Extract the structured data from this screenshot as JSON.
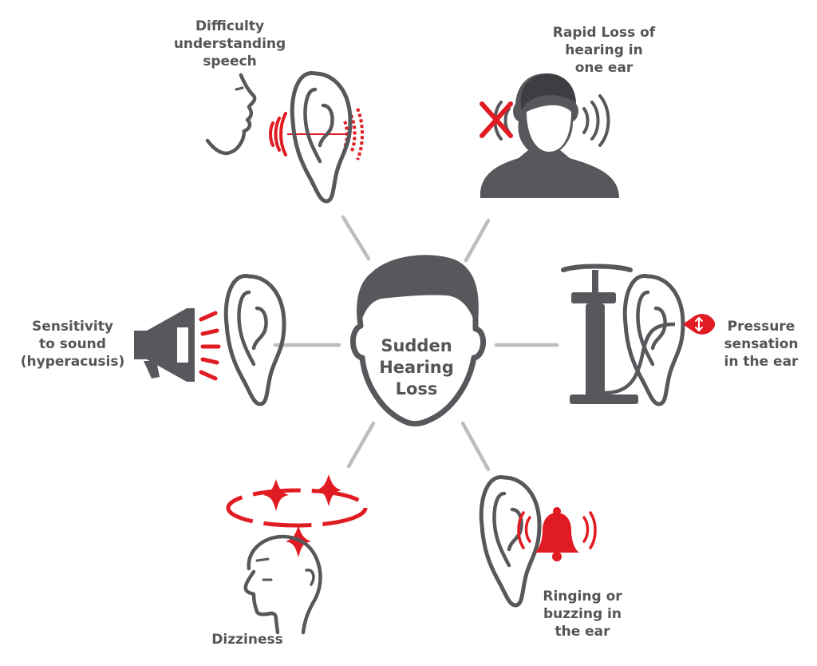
{
  "center": {
    "lines": [
      "Sudden",
      "Hearing",
      "Loss"
    ]
  },
  "symptoms": {
    "speech": {
      "lines": [
        "Difficulty",
        "understanding",
        "speech"
      ],
      "icon": "face-speaking-to-ear-icon"
    },
    "rapid_loss": {
      "lines": [
        "Rapid Loss of",
        "hearing in",
        "one ear"
      ],
      "icon": "person-one-ear-blocked-icon"
    },
    "hyperacusis": {
      "lines": [
        "Sensitivity",
        "to sound",
        "(hyperacusis)"
      ],
      "icon": "megaphone-ear-icon"
    },
    "pressure": {
      "lines": [
        "Pressure",
        "sensation",
        "in the ear"
      ],
      "icon": "pump-ear-icon"
    },
    "dizziness": {
      "lines": [
        "Dizziness"
      ],
      "icon": "dizzy-head-icon"
    },
    "ringing": {
      "lines": [
        "Ringing or",
        "buzzing in",
        "the ear"
      ],
      "icon": "bell-ear-icon"
    }
  },
  "colors": {
    "gray": "#58585c",
    "red": "#e11b22",
    "connector": "#bdbdbd",
    "text": "#555559"
  }
}
